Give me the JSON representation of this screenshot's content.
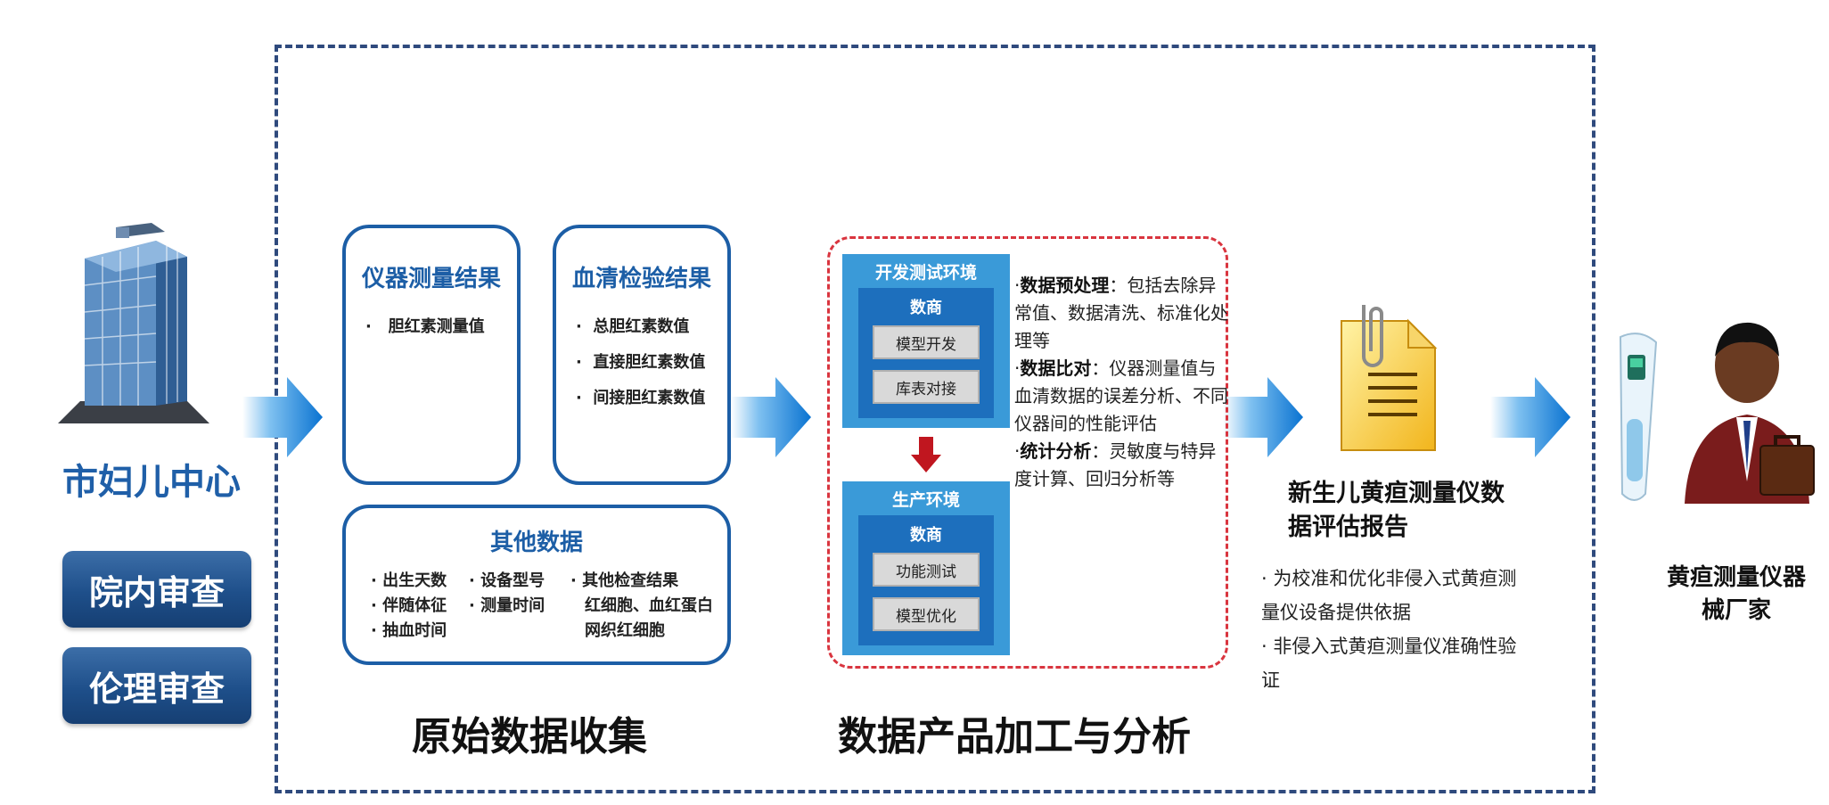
{
  "source": {
    "org_name": "市妇儿中心",
    "reviews": [
      "院内审查",
      "伦理审查"
    ]
  },
  "collection": {
    "section_title": "原始数据收集",
    "instrument_box": {
      "title": "仪器测量结果",
      "items": [
        "胆红素测量值"
      ]
    },
    "serum_box": {
      "title": "血清检验结果",
      "items": [
        "总胆红素数值",
        "直接胆红素数值",
        "间接胆红素数值"
      ]
    },
    "other_box": {
      "title": "其他数据",
      "col1": [
        "出生天数",
        "伴随体征",
        "抽血时间"
      ],
      "col2": [
        "设备型号",
        "测量时间"
      ],
      "col3_bullet": "其他检查结果",
      "col3_lines": [
        "红细胞、血红蛋白",
        "网织红细胞"
      ]
    }
  },
  "processing": {
    "section_title": "数据产品加工与分析",
    "dev_env": {
      "title": "开发测试环境",
      "inner_title": "数商",
      "buttons": [
        "模型开发",
        "库表对接"
      ]
    },
    "prod_env": {
      "title": "生产环境",
      "inner_title": "数商",
      "buttons": [
        "功能测试",
        "模型优化"
      ]
    },
    "descriptions": [
      {
        "label": "数据预处理",
        "text": "：包括去除异常值、数据清洗、标准化处理等"
      },
      {
        "label": "数据比对",
        "text": "：仪器测量值与血清数据的误差分析、不同仪器间的性能评估"
      },
      {
        "label": "统计分析",
        "text": "：灵敏度与特异度计算、回归分析等"
      }
    ]
  },
  "report": {
    "title": "新生儿黄疸测量仪数据评估报告",
    "bullets": [
      "为校准和优化非侵入式黄疸测量仪设备提供依据",
      "非侵入式黄疸测量仪准确性验证"
    ]
  },
  "maker": {
    "label": "黄疸测量仪器械厂家"
  },
  "colors": {
    "frame": "#2f4a7d",
    "accent_blue": "#1c5ea6",
    "env_blue": "#3a9ad8",
    "red_dash": "#d9353f",
    "down_arrow": "#c0161f"
  },
  "icons": [
    "building-icon",
    "document-icon",
    "thermometer-icon",
    "businessman-icon",
    "arrow-right-icon",
    "arrow-down-icon"
  ]
}
